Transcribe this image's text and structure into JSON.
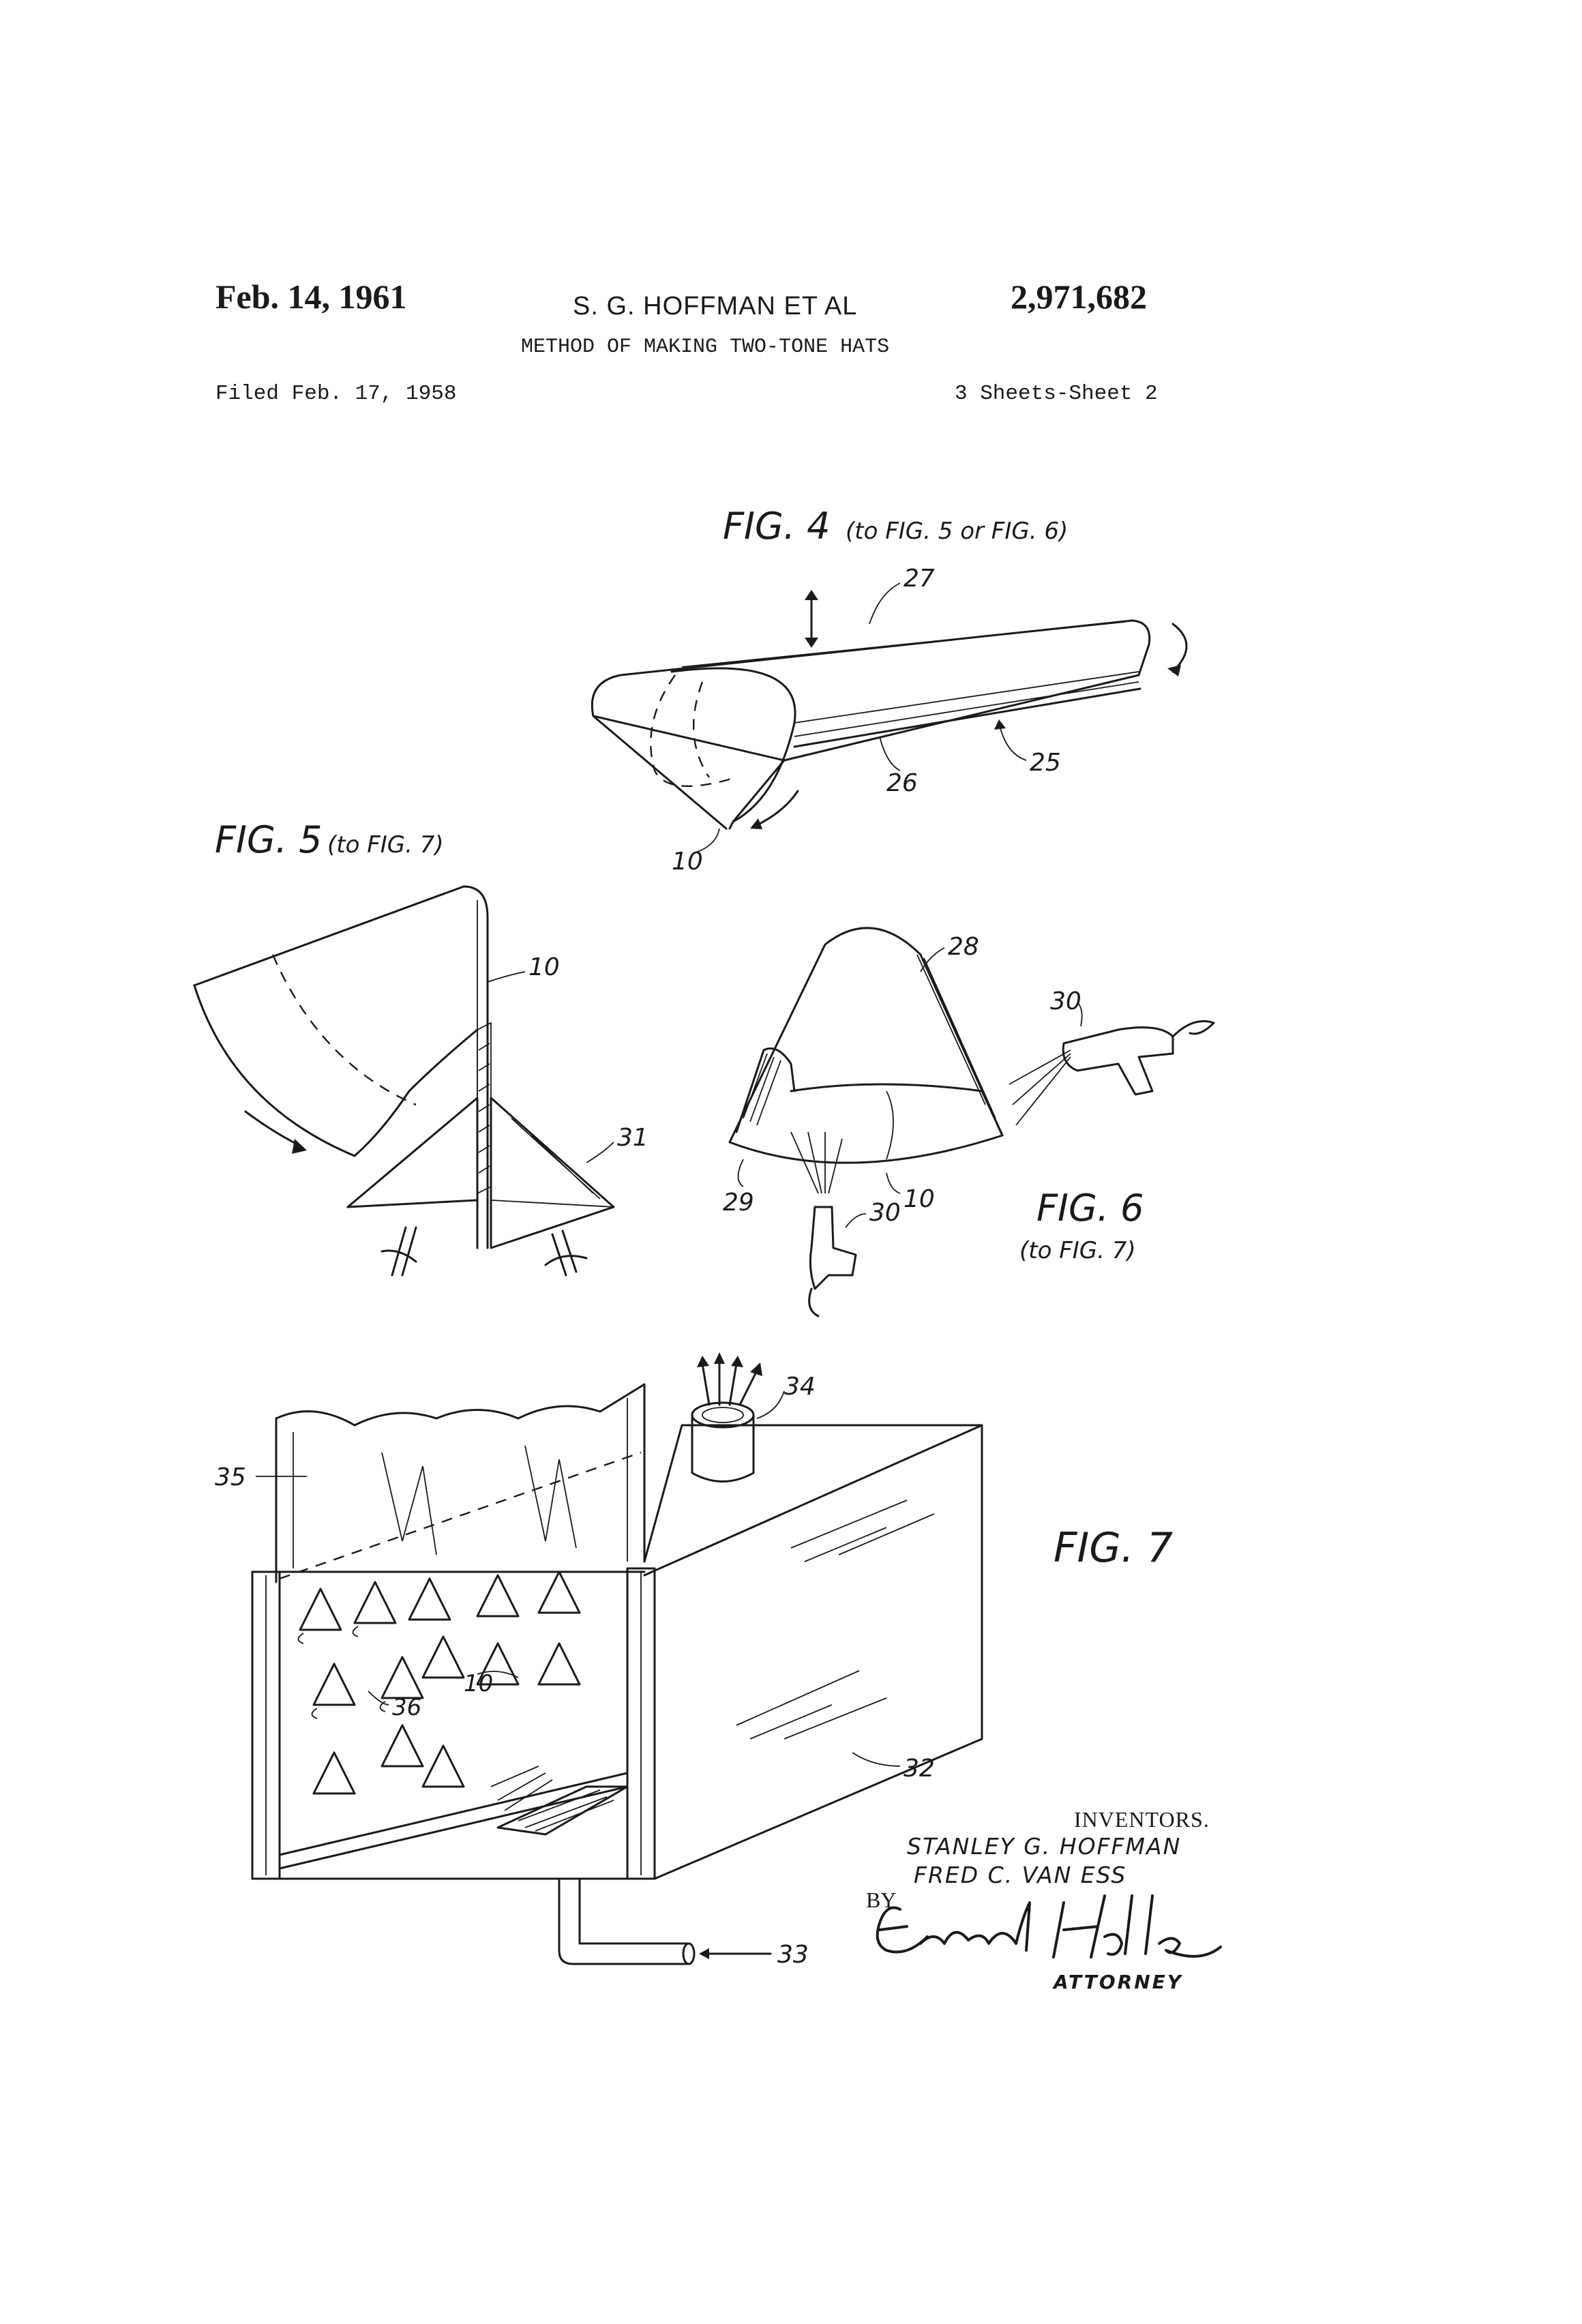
{
  "header": {
    "date": "Feb. 14, 1961",
    "inventors": "S. G. HOFFMAN ET AL",
    "patent_number": "2,971,682",
    "title": "METHOD OF MAKING TWO-TONE HATS",
    "filed": "Filed Feb. 17, 1958",
    "sheets": "3 Sheets-Sheet 2"
  },
  "figures": {
    "fig4": {
      "label": "FIG. 4",
      "note": "(to FIG. 5 or FIG. 6)"
    },
    "fig5": {
      "label": "FIG. 5",
      "note": "(to FIG. 7)"
    },
    "fig6": {
      "label": "FIG. 6",
      "note": "(to FIG. 7)"
    },
    "fig7": {
      "label": "FIG. 7"
    }
  },
  "reference_numerals": {
    "r10a": "10",
    "r25": "25",
    "r26": "26",
    "r27": "27",
    "r10b": "10",
    "r31": "31",
    "r28": "28",
    "r29": "29",
    "r30a": "30",
    "r30b": "30",
    "r10c": "10",
    "r32": "32",
    "r33": "33",
    "r34": "34",
    "r35": "35",
    "r36": "36",
    "r10d": "10"
  },
  "signature_block": {
    "heading": "INVENTORS.",
    "inventor_1": "STANLEY G. HOFFMAN",
    "inventor_2": "FRED C. VAN ESS",
    "by": "BY",
    "signature": "Edward Halle",
    "role": "ATTORNEY"
  }
}
